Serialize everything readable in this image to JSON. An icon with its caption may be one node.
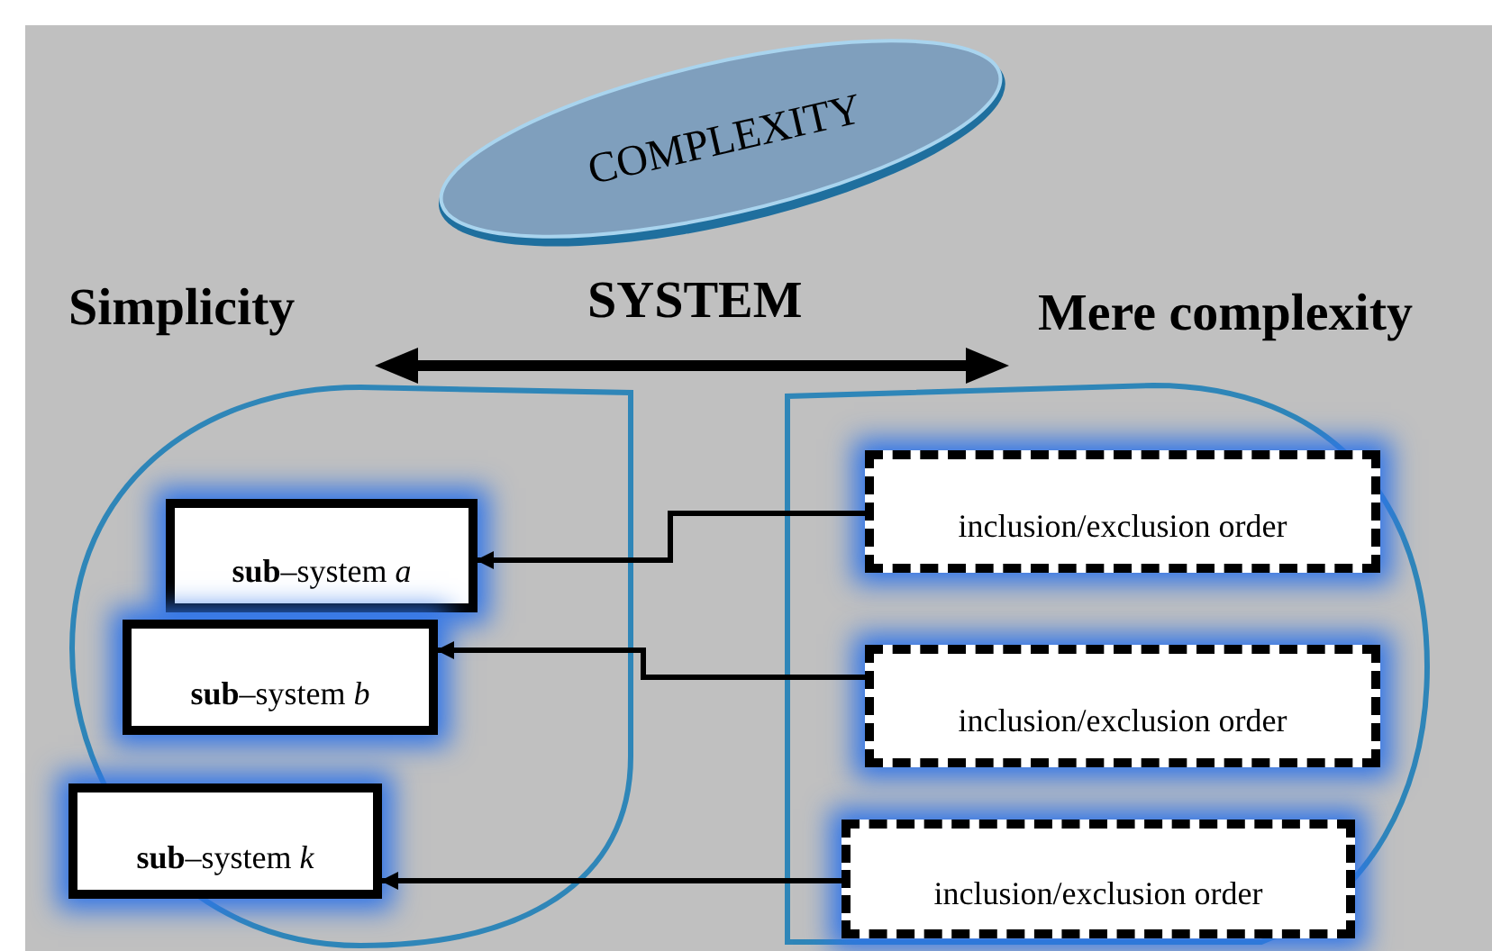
{
  "diagram": {
    "nodes": [
      {
        "text": [
          "COMPLEXITY"
        ]
      },
      {
        "text": [
          "**sub**–system *a*"
        ]
      },
      {
        "text": [
          "inclusion/exclusion order"
        ]
      },
      {
        "text": [
          "**sub**–system *b*"
        ]
      },
      {
        "text": [
          "inclusion/exclusion order"
        ]
      },
      {
        "text": [
          "**sub**–system *k*"
        ]
      },
      {
        "text": [
          "inclusion/exclusion order"
        ]
      }
    ],
    "edges": [
      {
        "from": 2,
        "to": 1,
        "arrow": "to"
      },
      {
        "from": 4,
        "to": 3,
        "arrow": "to"
      },
      {
        "from": 6,
        "to": 5,
        "arrow": "to"
      }
    ],
    "labels": [
      "Simplicity",
      "SYSTEM",
      "Mere complexity"
    ]
  }
}
